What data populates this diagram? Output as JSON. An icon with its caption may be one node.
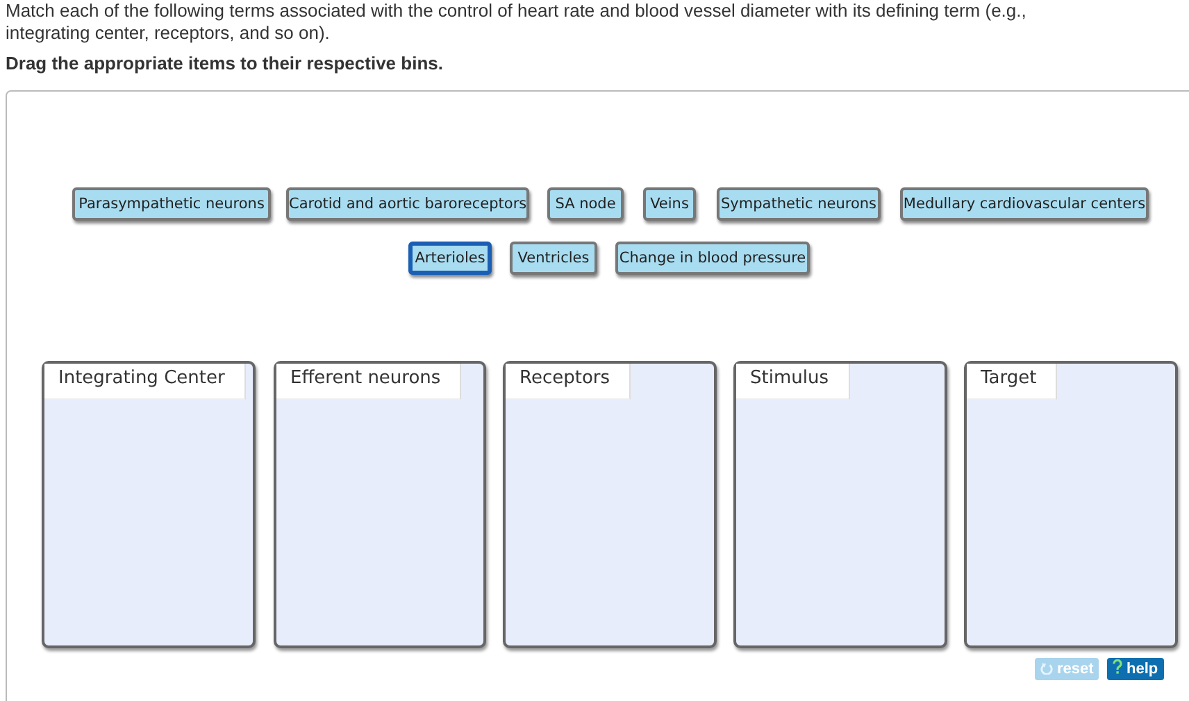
{
  "diagram": {
    "nodes": [
      {
        "text": [],
        "shape": "box"
      },
      {
        "text": [
          "Parasympathetic neurons"
        ],
        "in": 0
      },
      {
        "text": [
          "Carotid and aortic baroreceptors"
        ],
        "in": 0
      },
      {
        "text": [
          "SA node"
        ],
        "in": 0
      },
      {
        "text": [
          "Veins"
        ],
        "in": 0
      },
      {
        "text": [
          "Sympathetic neurons"
        ],
        "in": 0
      },
      {
        "text": [
          "Medullary cardiovascular centers"
        ],
        "in": 0
      },
      {
        "text": [
          "Arterioles"
        ],
        "in": 0
      },
      {
        "text": [
          "Ventricles"
        ],
        "in": 0
      },
      {
        "text": [
          "Change in blood pressure"
        ],
        "in": 0
      },
      {
        "text": [
          "Integrating Center"
        ],
        "in": 0
      },
      {
        "text": [
          "Efferent neurons"
        ],
        "in": 0
      },
      {
        "text": [
          "Receptors"
        ],
        "in": 0
      },
      {
        "text": [
          "Stimulus"
        ],
        "in": 0
      },
      {
        "text": [
          "Target"
        ],
        "in": 0
      }
    ],
    "edges": [],
    "labels": [
      "Match each of the following terms associated with the control of heart rate and blood vessel diameter with its defining term (e.g., integrating center, receptors, and so on).",
      "Drag the appropriate items to their respective bins.",
      "reset",
      "help"
    ]
  }
}
